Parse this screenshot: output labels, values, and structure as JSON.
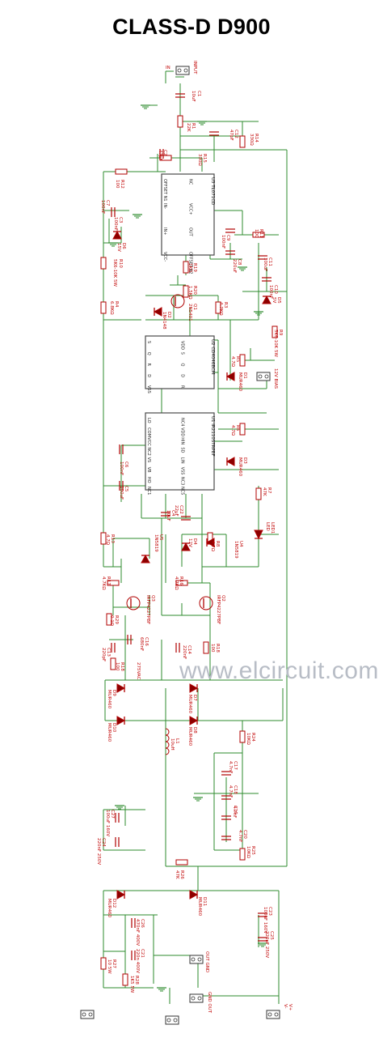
{
  "title": "CLASS-D D900",
  "watermark": "www.elcircuit.com",
  "colors": {
    "wire": "#2e8b2e",
    "component": "#b00000",
    "text": "#c00000",
    "chip_outline": "#4a4a4a",
    "watermark": "#b8bdc6"
  },
  "chips": {
    "u3": {
      "name": "U3 TL071CD",
      "pins_left": [
        "OFFSET N1",
        "IN-",
        "IN+",
        "VCC-"
      ],
      "pins_right": [
        "NC",
        "VCC+",
        "OUT",
        "OFFSET N2"
      ]
    },
    "u2": {
      "name": "U2 CD4046BCM",
      "pins_left": [
        "S",
        "Q",
        "R",
        "D",
        "VSS"
      ],
      "pins_right": [
        "VDD",
        "S",
        "Q",
        "D",
        "R"
      ]
    },
    "u1": {
      "name": "U1 IR2110STRPBF",
      "pins_left": [
        "LO",
        "COM",
        "VCC",
        "NC2",
        "VS",
        "VB",
        "HO",
        "NC1"
      ],
      "pins_right": [
        "NC4",
        "VDD",
        "HIN",
        "SD",
        "LIN",
        "VSS",
        "NC3",
        "NC5"
      ]
    }
  },
  "components": [
    {
      "id": "IN",
      "text": "IN"
    },
    {
      "id": "INPUT",
      "text": "INPUT"
    },
    {
      "id": "C1",
      "text": "C1"
    },
    {
      "id": "C1v",
      "text": "10uF"
    },
    {
      "id": "R1",
      "text": "R1"
    },
    {
      "id": "R1v",
      "text": "22K"
    },
    {
      "id": "C12",
      "text": "C12"
    },
    {
      "id": "C12v",
      "text": "47pF"
    },
    {
      "id": "R14",
      "text": "R14"
    },
    {
      "id": "R14v",
      "text": "330Ω"
    },
    {
      "id": "C2",
      "text": "C2"
    },
    {
      "id": "C2v",
      "text": "47pF"
    },
    {
      "id": "R15",
      "text": "R15"
    },
    {
      "id": "R15v",
      "text": "330Ω"
    },
    {
      "id": "R12",
      "text": "R12"
    },
    {
      "id": "R12v",
      "text": "100"
    },
    {
      "id": "C7",
      "text": "C7"
    },
    {
      "id": "C7v",
      "text": "100nF"
    },
    {
      "id": "C3",
      "text": "C3"
    },
    {
      "id": "C3v",
      "text": "100nF"
    },
    {
      "id": "D6",
      "text": "D6"
    },
    {
      "id": "D6v",
      "text": "15V"
    },
    {
      "id": "C9",
      "text": "C9"
    },
    {
      "id": "C9v",
      "text": "100nF"
    },
    {
      "id": "R11",
      "text": "R11"
    },
    {
      "id": "R11v",
      "text": "100"
    },
    {
      "id": "C8",
      "text": "C8"
    },
    {
      "id": "C8v",
      "text": "220uF"
    },
    {
      "id": "C11",
      "text": "C11"
    },
    {
      "id": "C11v",
      "text": "100uF"
    },
    {
      "id": "C10",
      "text": "C10"
    },
    {
      "id": "C10v",
      "text": "100nF"
    },
    {
      "id": "D5",
      "text": "D5"
    },
    {
      "id": "D5v",
      "text": "5V"
    },
    {
      "id": "R10",
      "text": "R10"
    },
    {
      "id": "R10v",
      "text": "5K6-10K 5W"
    },
    {
      "id": "R19",
      "text": "R19"
    },
    {
      "id": "R19v",
      "text": "1KΩ"
    },
    {
      "id": "R20",
      "text": "R20"
    },
    {
      "id": "R20v",
      "text": "1.5KΩ"
    },
    {
      "id": "R4",
      "text": "R4"
    },
    {
      "id": "R4v",
      "text": "6.8KΩ"
    },
    {
      "id": "Q1",
      "text": "Q1"
    },
    {
      "id": "Q1v",
      "text": "2N5401"
    },
    {
      "id": "D2",
      "text": "D2"
    },
    {
      "id": "D2v",
      "text": "1N4148"
    },
    {
      "id": "R3",
      "text": "R3"
    },
    {
      "id": "R3v",
      "text": "4.7KΩ"
    },
    {
      "id": "R9",
      "text": "R9"
    },
    {
      "id": "R9v",
      "text": "5K6-10K 5W"
    },
    {
      "id": "R5",
      "text": "R5"
    },
    {
      "id": "R5v",
      "text": "4.7Ω"
    },
    {
      "id": "BIAS",
      "text": "12V BIAS"
    },
    {
      "id": "D1",
      "text": "D1"
    },
    {
      "id": "D1v",
      "text": "MUR460"
    },
    {
      "id": "R6",
      "text": "R6"
    },
    {
      "id": "R6v",
      "text": "4.7Ω"
    },
    {
      "id": "D3",
      "text": "D3"
    },
    {
      "id": "D3v",
      "text": "MUR460"
    },
    {
      "id": "C6",
      "text": "C6"
    },
    {
      "id": "C6v",
      "text": "100nF"
    },
    {
      "id": "C5",
      "text": "C5"
    },
    {
      "id": "C5v",
      "text": "100uF"
    },
    {
      "id": "C4",
      "text": "C4"
    },
    {
      "id": "C4v",
      "text": "10uF"
    },
    {
      "id": "C22",
      "text": "C22"
    },
    {
      "id": "C22v",
      "text": "22uF"
    },
    {
      "id": "R7",
      "text": "R7"
    },
    {
      "id": "R7v",
      "text": "47K"
    },
    {
      "id": "LED1",
      "text": "LED1"
    },
    {
      "id": "LEDv",
      "text": "LED"
    },
    {
      "id": "R13",
      "text": "R13"
    },
    {
      "id": "R13v",
      "text": "4.7Ω"
    },
    {
      "id": "U5",
      "text": "U5"
    },
    {
      "id": "U5v",
      "text": "1N5819"
    },
    {
      "id": "D4",
      "text": "D4"
    },
    {
      "id": "D4v",
      "text": "12V"
    },
    {
      "id": "R8",
      "text": "R8"
    },
    {
      "id": "R8v",
      "text": "4.7Ω"
    },
    {
      "id": "U4",
      "text": "U4"
    },
    {
      "id": "U4v",
      "text": "1N5819"
    },
    {
      "id": "R17",
      "text": "R17"
    },
    {
      "id": "R17v",
      "text": "4.7KΩ"
    },
    {
      "id": "R16",
      "text": "R16"
    },
    {
      "id": "R16v",
      "text": "4.7KΩ"
    },
    {
      "id": "Q3",
      "text": "Q3"
    },
    {
      "id": "Q3v",
      "text": "IRFP4227PBF"
    },
    {
      "id": "Q2",
      "text": "Q2"
    },
    {
      "id": "Q2v",
      "text": "IRFP4227PBF"
    },
    {
      "id": "R29",
      "text": "R29"
    },
    {
      "id": "R29v",
      "text": "0.1Ω"
    },
    {
      "id": "C16",
      "text": "C16"
    },
    {
      "id": "C16v",
      "text": "680nF"
    },
    {
      "id": "R18",
      "text": "R18"
    },
    {
      "id": "R18v",
      "text": "100"
    },
    {
      "id": "C14",
      "text": "C14"
    },
    {
      "id": "C14v",
      "text": "220nF"
    },
    {
      "id": "C13",
      "text": "C13"
    },
    {
      "id": "C13v",
      "text": "220pF"
    },
    {
      "id": "R18b",
      "text": "R18"
    },
    {
      "id": "R18bv",
      "text": "100"
    },
    {
      "id": "VAC",
      "text": "275VAC"
    },
    {
      "id": "D9",
      "text": "D9"
    },
    {
      "id": "D9v",
      "text": "MUR460"
    },
    {
      "id": "D7",
      "text": "D7"
    },
    {
      "id": "D7v",
      "text": "MUR460"
    },
    {
      "id": "D10",
      "text": "D10"
    },
    {
      "id": "D10v",
      "text": "MUR460"
    },
    {
      "id": "D8",
      "text": "D8"
    },
    {
      "id": "D8v",
      "text": "MUR460"
    },
    {
      "id": "L1",
      "text": "L1"
    },
    {
      "id": "L1v",
      "text": "10uH"
    },
    {
      "id": "R24",
      "text": "R24"
    },
    {
      "id": "R24v",
      "text": "10KΩ"
    },
    {
      "id": "C17",
      "text": "C17"
    },
    {
      "id": "C17v",
      "text": "4.7nF"
    },
    {
      "id": "C18",
      "text": "C18"
    },
    {
      "id": "C18v",
      "text": "4.7nF"
    },
    {
      "id": "C19",
      "text": "C19"
    },
    {
      "id": "C19v",
      "text": "4.7nF"
    },
    {
      "id": "C20",
      "text": "C20"
    },
    {
      "id": "C20v",
      "text": "4.7nF"
    },
    {
      "id": "C27",
      "text": "C27"
    },
    {
      "id": "C27v",
      "text": "100uF 160V"
    },
    {
      "id": "C24",
      "text": "C24"
    },
    {
      "id": "C24v",
      "text": "220nF 250V"
    },
    {
      "id": "R25",
      "text": "R25"
    },
    {
      "id": "R25v",
      "text": "10KΩ"
    },
    {
      "id": "R26",
      "text": "R26"
    },
    {
      "id": "R26v",
      "text": "47K"
    },
    {
      "id": "D12",
      "text": "D12"
    },
    {
      "id": "D12v",
      "text": "MUR460"
    },
    {
      "id": "D11",
      "text": "D11"
    },
    {
      "id": "D11v",
      "text": "MUR460"
    },
    {
      "id": "C23",
      "text": "C23"
    },
    {
      "id": "C23v",
      "text": "100uF 160V"
    },
    {
      "id": "C25",
      "text": "C25"
    },
    {
      "id": "C25v",
      "text": "220nF 250V"
    },
    {
      "id": "C26",
      "text": "C26"
    },
    {
      "id": "C26v",
      "text": "470nF 400V"
    },
    {
      "id": "C21",
      "text": "C21"
    },
    {
      "id": "C21v",
      "text": "220n 400V"
    },
    {
      "id": "R27",
      "text": "R27"
    },
    {
      "id": "R27v",
      "text": "10 5W"
    },
    {
      "id": "R28",
      "text": "R28"
    },
    {
      "id": "R28v",
      "text": "1K5 5W"
    },
    {
      "id": "OUTGND",
      "text": "OUT GND"
    },
    {
      "id": "GNDOUT",
      "text": "GND OUT"
    },
    {
      "id": "VP",
      "text": "V+"
    },
    {
      "id": "VM",
      "text": "V-"
    }
  ]
}
